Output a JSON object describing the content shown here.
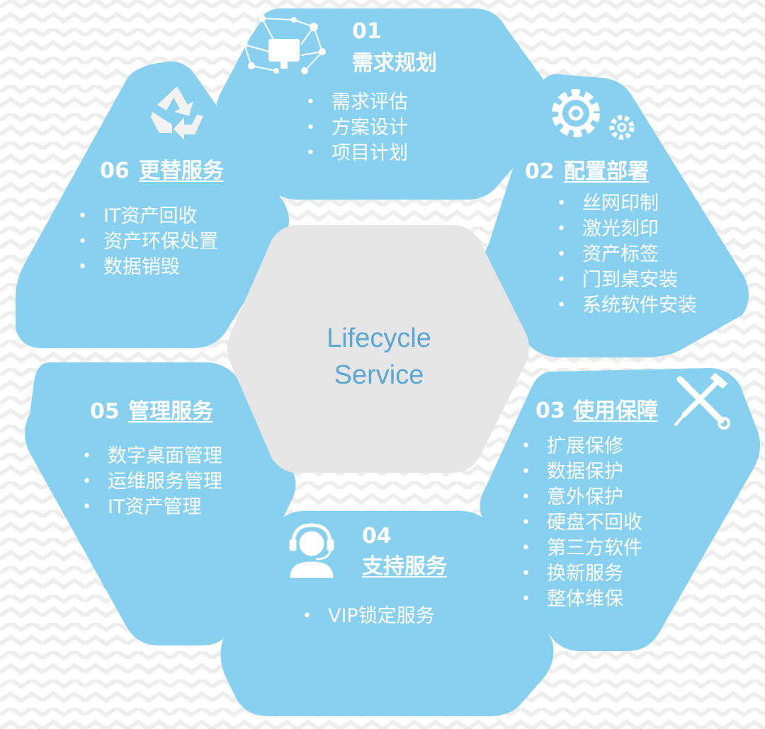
{
  "center": {
    "line1": "Lifecycle",
    "line2": "Service"
  },
  "colors": {
    "segment": "#87d0ef",
    "center": "#e6e6e6",
    "center_text": "#5aa7d6",
    "text": "#ffffff",
    "icon": "#ffffff"
  },
  "segments": [
    {
      "id": "01",
      "number": "01",
      "title": "需求规划",
      "icon": "network-screen-icon",
      "items": [
        "需求评估",
        "方案设计",
        "项目计划"
      ]
    },
    {
      "id": "02",
      "number": "02",
      "title": "配置部署",
      "icon": "gears-icon",
      "items": [
        "丝网印制",
        "激光刻印",
        "资产标签",
        "门到桌安装",
        "系统软件安装"
      ]
    },
    {
      "id": "03",
      "number": "03",
      "title": "使用保障",
      "icon": "wrench-screwdriver-icon",
      "items": [
        "扩展保修",
        "数据保护",
        "意外保护",
        "硬盘不回收",
        "第三方软件",
        "换新服务",
        "整体维保"
      ]
    },
    {
      "id": "04",
      "number": "04",
      "title": "支持服务",
      "icon": "headset-user-icon",
      "items": [
        "VIP锁定服务"
      ]
    },
    {
      "id": "05",
      "number": "05",
      "title": "管理服务",
      "icon": "",
      "items": [
        "数字桌面管理",
        "运维服务管理",
        "IT资产管理"
      ]
    },
    {
      "id": "06",
      "number": "06",
      "title": "更替服务",
      "icon": "recycle-icon",
      "items": [
        "IT资产回收",
        "资产环保处置",
        "数据销毁"
      ]
    }
  ]
}
